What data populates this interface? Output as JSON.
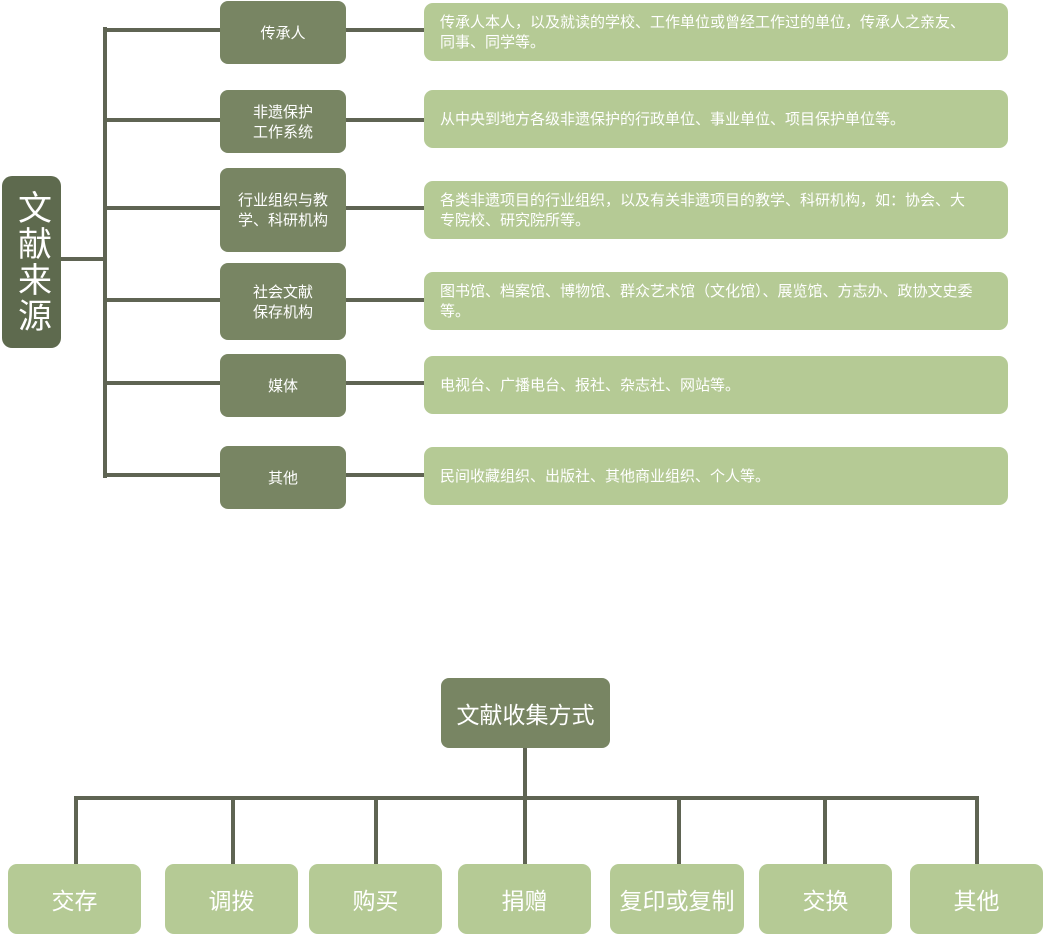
{
  "sources": {
    "root_label": "文献来源",
    "items": [
      {
        "category": "传承人",
        "description": "传承人本人，以及就读的学校、工作单位或曾经工作过的单位，传承人之亲友、同事、同学等。"
      },
      {
        "category": "非遗保护工作系统",
        "description": "从中央到地方各级非遗保护的行政单位、事业单位、项目保护单位等。"
      },
      {
        "category": "行业组织与教学、科研机构",
        "description": "各类非遗项目的行业组织，以及有关非遗项目的教学、科研机构，如：协会、大专院校、研究院所等。"
      },
      {
        "category": "社会文献保存机构",
        "description": "图书馆、档案馆、博物馆、群众艺术馆（文化馆）、展览馆、方志办、政协文史委等。"
      },
      {
        "category": "媒体",
        "description": "电视台、广播电台、报社、杂志社、网站等。"
      },
      {
        "category": "其他",
        "description": "民间收藏组织、出版社、其他商业组织、个人等。"
      }
    ]
  },
  "collection": {
    "root_label": "文献收集方式",
    "methods": [
      "交存",
      "调拨",
      "购买",
      "捐赠",
      "复印或复制",
      "交换",
      "其他"
    ]
  },
  "colors": {
    "root_dark": "#5e6a4e",
    "category_box": "#788563",
    "light_box": "#b5ca95",
    "connector": "#5f6453"
  }
}
